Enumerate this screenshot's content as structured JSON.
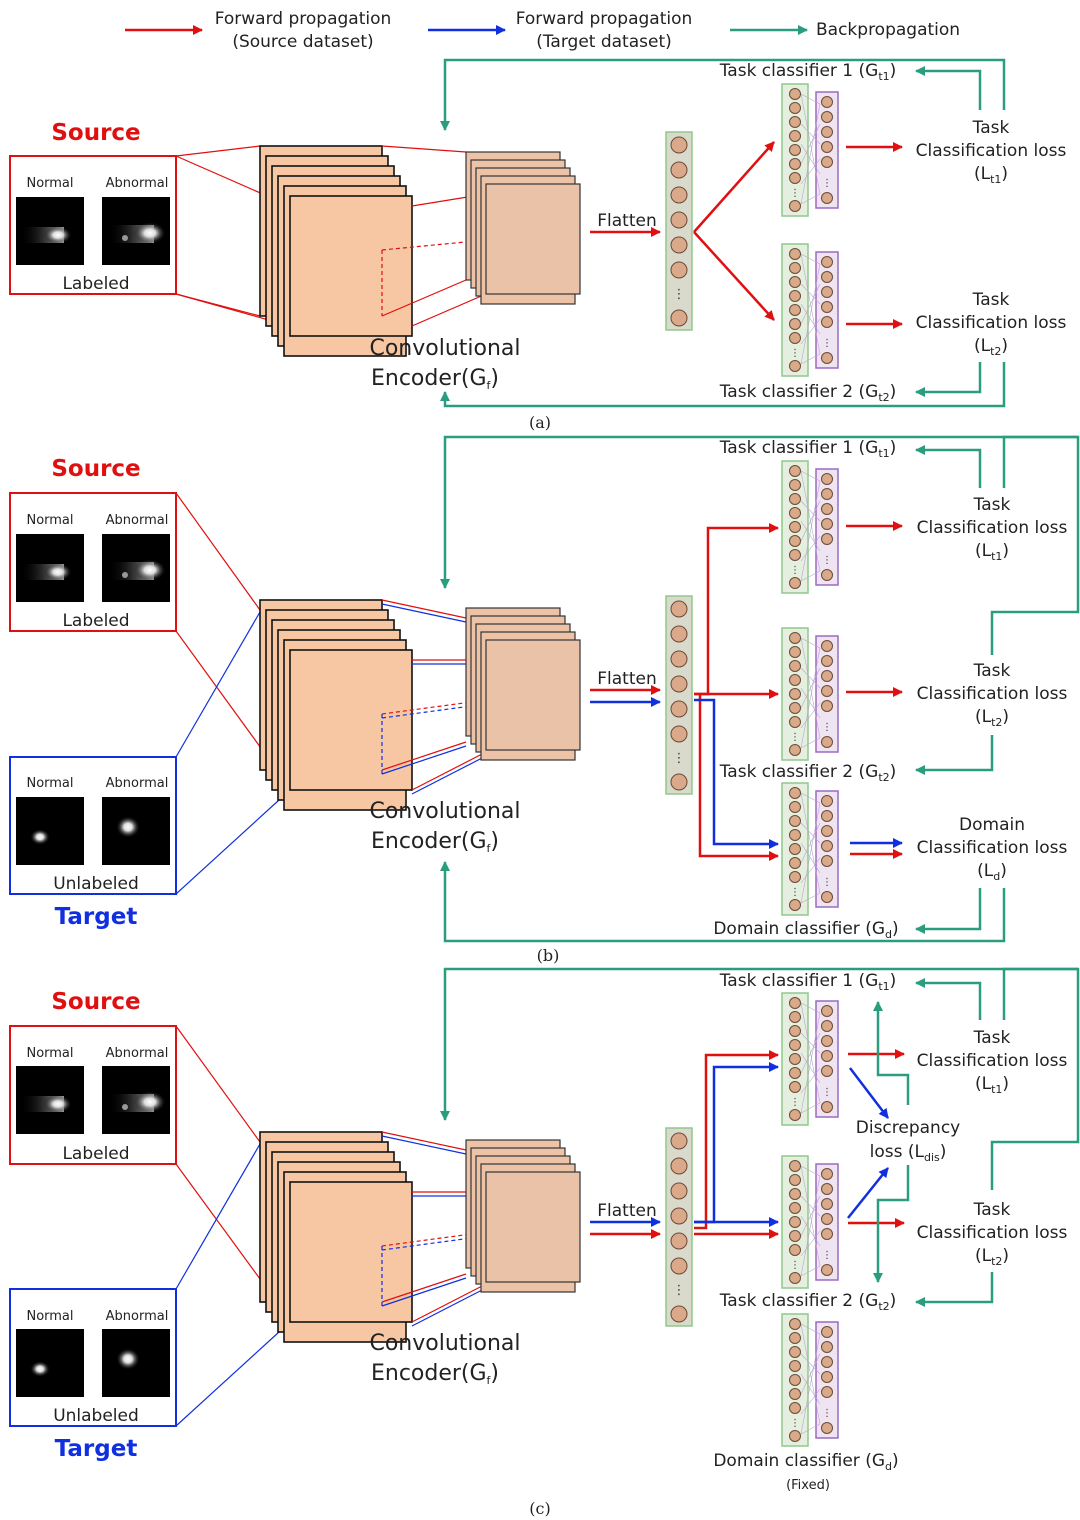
{
  "legend": {
    "forward_source": "Forward propagation\n(Source dataset)",
    "forward_target": "Forward propagation\n(Target dataset)",
    "backprop": "Backpropagation"
  },
  "colors": {
    "source": "#e01010",
    "target": "#1030e0",
    "backprop": "#2a9d7f",
    "feature_map": "#f7c7a3",
    "neuron": "#d9a98a"
  },
  "common": {
    "source": "Source",
    "target": "Target",
    "normal": "Normal",
    "abnormal": "Abnormal",
    "labeled": "Labeled",
    "unlabeled": "Unlabeled",
    "encoder_line1": "Convolutional",
    "encoder_line2": "Encoder(G",
    "encoder_sub": "f",
    "flatten": "Flatten",
    "task": "Task",
    "domain": "Domain",
    "class_loss": "Classification loss"
  },
  "panels": {
    "a": {
      "caption": "(a)",
      "classifier1": "Task classifier 1 (G",
      "classifier1_sub": "t1",
      "classifier2": "Task classifier 2 (G",
      "classifier2_sub": "t2",
      "loss1_sub": "t1",
      "loss2_sub": "t2"
    },
    "b": {
      "caption": "(b)",
      "classifier1": "Task classifier 1 (G",
      "classifier1_sub": "t1",
      "classifier2": "Task classifier 2 (G",
      "classifier2_sub": "t2",
      "domain_classifier": "Domain classifier (G",
      "domain_sub": "d",
      "loss1_sub": "t1",
      "loss2_sub": "t2",
      "lossd_sub": "d"
    },
    "c": {
      "caption": "(c)",
      "classifier1": "Task classifier 1 (G",
      "classifier1_sub": "t1",
      "classifier2": "Task classifier 2 (G",
      "classifier2_sub": "t2",
      "domain_classifier": "Domain classifier (G",
      "domain_sub": "d",
      "fixed": "(Fixed)",
      "discrepancy": "Discrepancy",
      "discrepancy_loss": "loss (L",
      "discrepancy_sub": "dis",
      "loss1_sub": "t1",
      "loss2_sub": "t2"
    }
  }
}
